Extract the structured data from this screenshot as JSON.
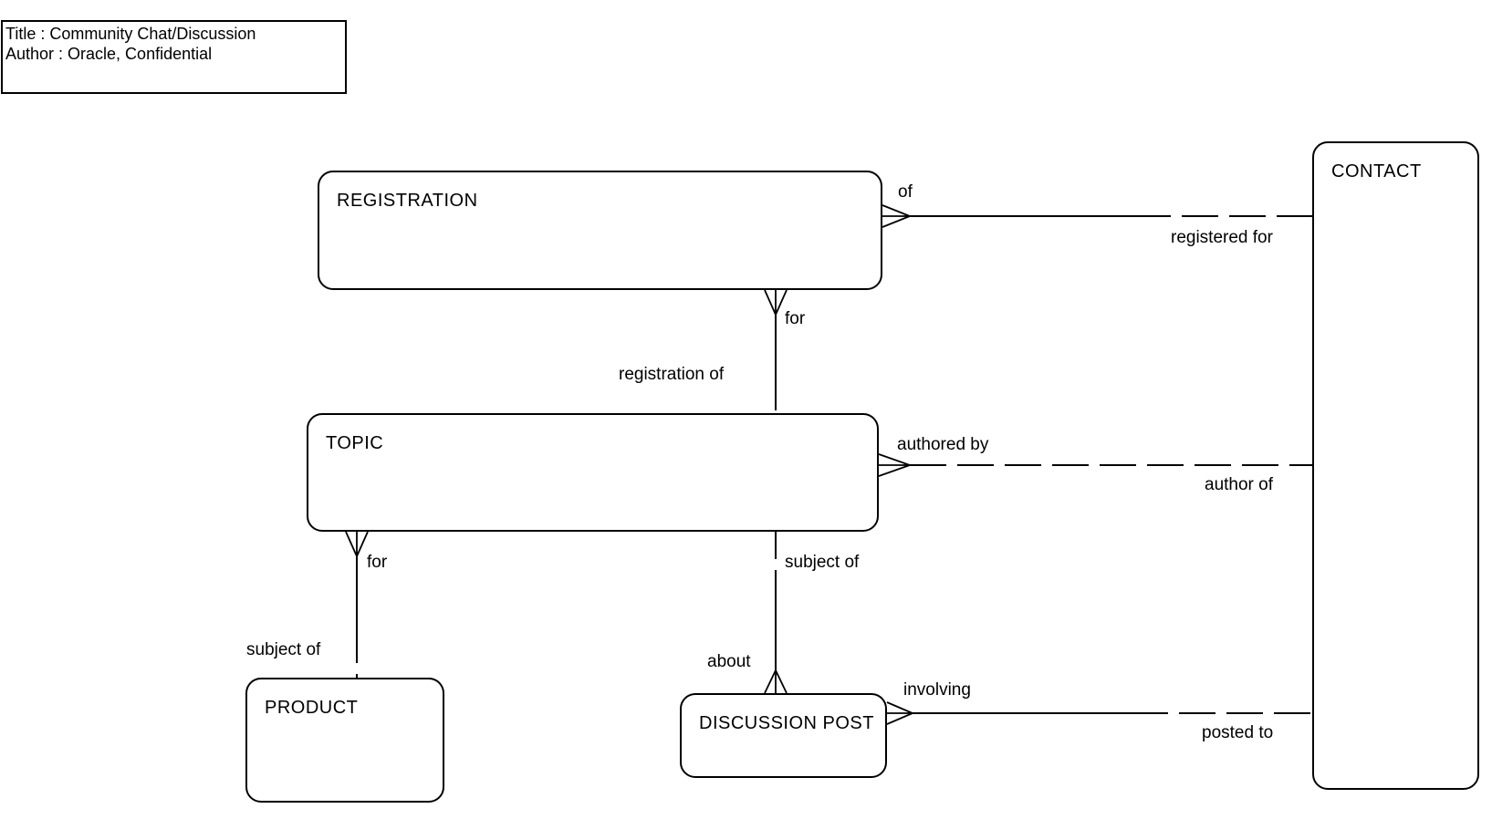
{
  "title_box": {
    "title_line": "Title : Community Chat/Discussion",
    "author_line": "Author : Oracle, Confidential"
  },
  "entities": {
    "registration": {
      "name": "REGISTRATION"
    },
    "topic": {
      "name": "TOPIC"
    },
    "product": {
      "name": "PRODUCT"
    },
    "discussion_post": {
      "name": "DISCUSSION POST"
    },
    "contact": {
      "name": "CONTACT"
    }
  },
  "relationships": {
    "registration_contact": {
      "from_label": "of",
      "to_label": "registered for"
    },
    "registration_topic": {
      "from_label": "for",
      "to_label": "registration of"
    },
    "topic_contact": {
      "from_label": "authored by",
      "to_label": "author of"
    },
    "topic_product": {
      "from_label": "for",
      "to_label": "subject of"
    },
    "discussion_post_topic": {
      "from_label": "about",
      "to_label": "subject of"
    },
    "discussion_post_contact": {
      "from_label": "involving",
      "to_label": "posted to"
    }
  },
  "notation": {
    "many_end_marker": "crows-foot",
    "optional_style": "dashed",
    "mandatory_style": "solid"
  },
  "colors": {
    "line": "#000000",
    "text": "#000000",
    "background": "#ffffff",
    "entity_fill": "#ffffff"
  }
}
